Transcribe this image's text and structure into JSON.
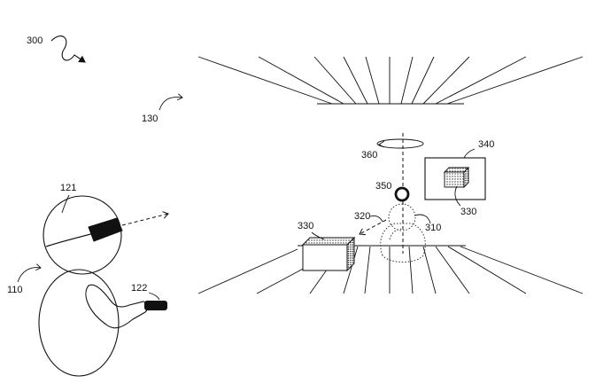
{
  "figure": {
    "labels": {
      "system": "300",
      "environment": "130",
      "user": "110",
      "headset": "121",
      "controller": "122",
      "avatar_mirror": "310",
      "gaze_direction": "320",
      "object_near": "330",
      "object_in_panel": "330",
      "panel": "340",
      "marker": "350",
      "rotation": "360"
    }
  }
}
